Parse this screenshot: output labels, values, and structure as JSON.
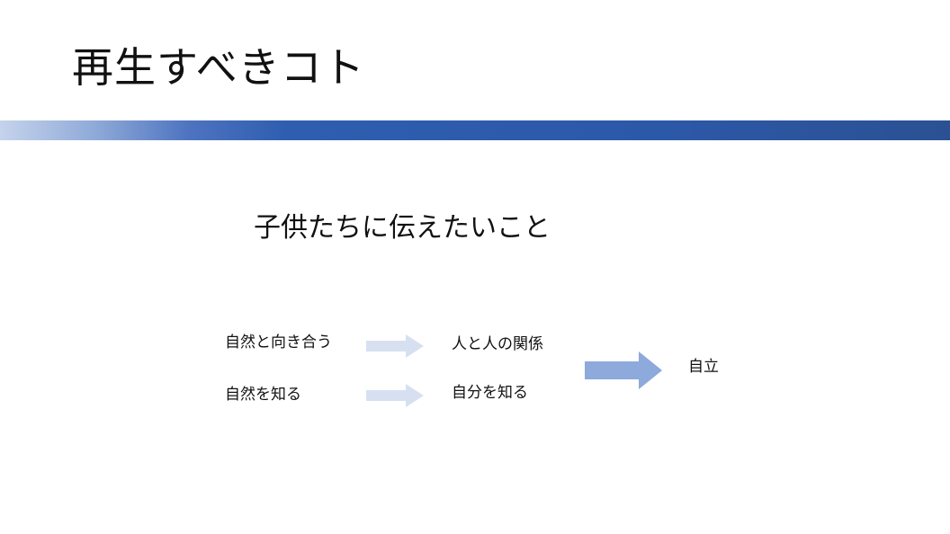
{
  "slide": {
    "title": "再生すべきコト",
    "subtitle": "子供たちに伝えたいこと"
  },
  "flow": {
    "row1": {
      "left": "自然と向き合う",
      "right": "人と人の関係"
    },
    "row2": {
      "left": "自然を知る",
      "right": "自分を知る"
    },
    "result": "自立"
  },
  "colors": {
    "title_bar_start": "#c5d3ec",
    "title_bar_end": "#2b5193",
    "small_arrow": "#d7e0f1",
    "big_arrow": "#8ea9db"
  },
  "icons": {
    "small_arrow": "arrow-right-icon",
    "big_arrow": "arrow-right-icon"
  }
}
